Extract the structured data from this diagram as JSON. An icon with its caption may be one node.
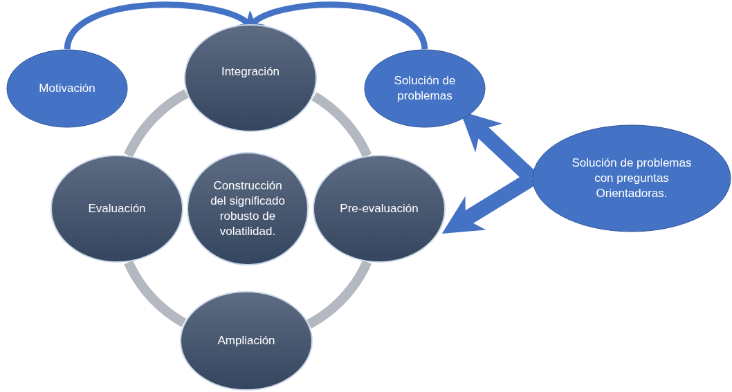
{
  "diagram": {
    "nodes": [
      {
        "text": [
          "Motivación"
        ]
      },
      {
        "text": [
          "Integración"
        ]
      },
      {
        "text": [
          "Solución de problemas"
        ]
      },
      {
        "text": [
          "Evaluación"
        ]
      },
      {
        "text": [
          "Construcción del significado robusto de volatilidad."
        ]
      },
      {
        "text": [
          "Pre-evaluación"
        ]
      },
      {
        "text": [
          "Ampliación"
        ]
      },
      {
        "text": [
          "Solución de problemas con preguntas Orientadoras."
        ]
      }
    ],
    "edges": [
      {
        "from": 0,
        "to": 1,
        "arrow": "to",
        "color": "#4472c4"
      },
      {
        "from": 2,
        "to": 1,
        "arrow": "to",
        "color": "#4472c4"
      },
      {
        "from": 7,
        "to": 2,
        "arrow": "to",
        "color": "#4472c4"
      },
      {
        "from": 7,
        "to": 5,
        "arrow": "to",
        "color": "#4472c4"
      },
      {
        "from": 1,
        "to": 5,
        "arrow": "none",
        "color": "#b4b8c0"
      },
      {
        "from": 5,
        "to": 6,
        "arrow": "none",
        "color": "#b4b8c0"
      },
      {
        "from": 6,
        "to": 3,
        "arrow": "none",
        "color": "#b4b8c0"
      },
      {
        "from": 3,
        "to": 1,
        "arrow": "none",
        "color": "#b4b8c0"
      }
    ]
  }
}
